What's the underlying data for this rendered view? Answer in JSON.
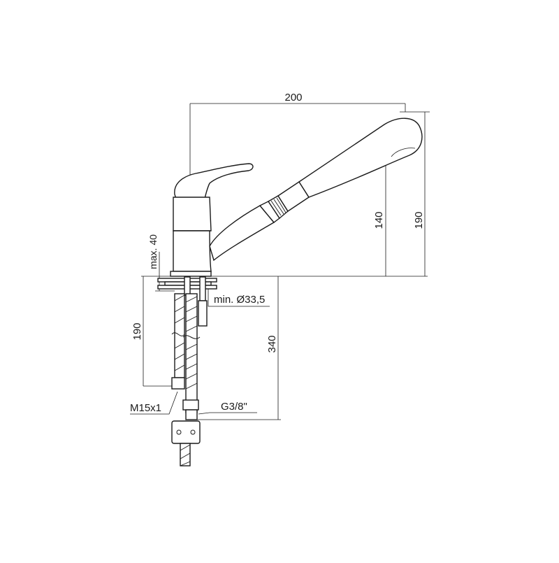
{
  "dimensions": {
    "spout_reach": "200",
    "spout_height": "140",
    "total_height": "190",
    "max_deck_thickness": "max. 40",
    "min_hole_diameter": "min. Ø33,5",
    "hose_length_short": "190",
    "hose_length_long": "340",
    "inlet_thread": "M15x1",
    "outlet_thread": "G3/8\""
  }
}
